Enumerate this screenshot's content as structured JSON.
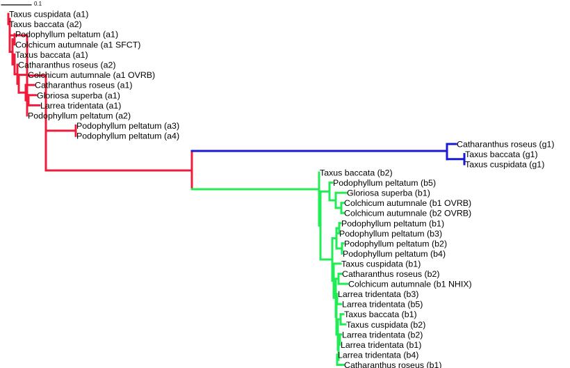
{
  "scale_bar": {
    "label": "0.1"
  },
  "clade_colors": {
    "a": "#ee1c3a",
    "g": "#1a1ad0",
    "b": "#22ec55"
  },
  "leaves": {
    "L1": "Taxus cuspidata (a1)",
    "L2": "Taxus baccata (a2)",
    "L3": "Podophyllum peltatum (a1)",
    "L4": "Colchicum autumnale (a1 SFCT)",
    "L5": "Taxus baccata (a1)",
    "L6": "Catharanthus roseus (a2)",
    "L7": "Colchicum autumnale (a1 OVRB)",
    "L8": "Catharanthus roseus (a1)",
    "L9": "Gloriosa superba (a1)",
    "L10": "Larrea tridentata (a1)",
    "L11": "Podophyllum peltatum (a2)",
    "L12": "Podophyllum peltatum (a3)",
    "L13": "Podophyllum peltatum (a4)",
    "G1": "Catharanthus roseus (g1)",
    "G2": "Taxus baccata (g1)",
    "G3": "Taxus cuspidata (g1)",
    "B1": "Taxus baccata (b2)",
    "B2": "Podophyllum peltatum (b5)",
    "B3": "Gloriosa superba (b1)",
    "B4": "Colchicum autumnale (b1 OVRB)",
    "B5": "Colchicum autumnale (b2 OVRB)",
    "B6": "Podophyllum peltatum (b1)",
    "B7": "Podophyllum peltatum (b3)",
    "B8": "Podophyllum peltatum (b2)",
    "B9": "Podophyllum peltatum (b4)",
    "B10": "Taxus cuspidata (b1)",
    "B11": "Catharanthus roseus (b2)",
    "B12": "Colchicum autumnale (b1 NHIX)",
    "B13": "Larrea tridentata (b3)",
    "B14": "Larrea tridentata (b5)",
    "B15": "Taxus baccata (b1)",
    "B16": "Taxus cuspidata (b2)",
    "B17": "Larrea tridentata (b2)",
    "B18": "Larrea tridentata (b1)",
    "B19": "Larrea tridentata (b4)",
    "B20": "Catharanthus roseus (b1)"
  }
}
